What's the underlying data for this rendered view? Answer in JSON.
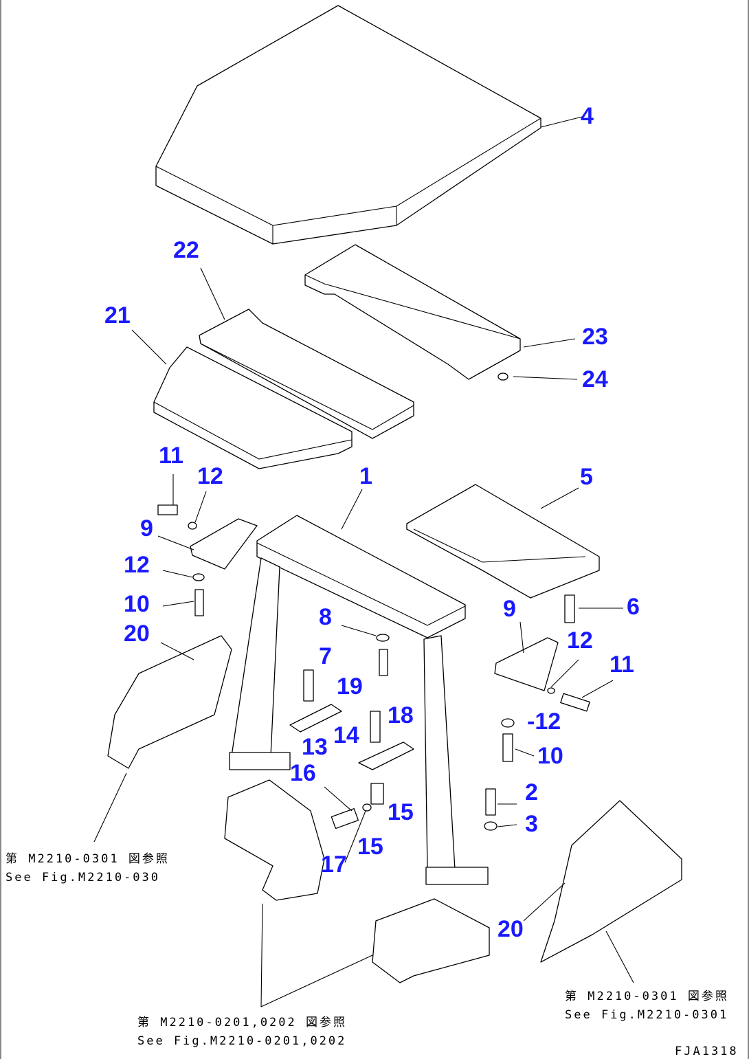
{
  "callouts": [
    "4",
    "22",
    "21",
    "23",
    "24",
    "11",
    "12",
    "1",
    "5",
    "9",
    "12",
    "10",
    "20",
    "8",
    "6",
    "9",
    "12",
    "7",
    "11",
    "19",
    "18",
    "14",
    "-12",
    "13",
    "10",
    "16",
    "2",
    "15",
    "3",
    "15",
    "17",
    "20"
  ],
  "references": {
    "left": {
      "jp": "第 M2210-0301 図参照",
      "en": "See Fig.M2210-030"
    },
    "right": {
      "jp": "第 M2210-0301 図参照",
      "en": "See Fig.M2210-0301"
    },
    "bottom": {
      "jp": "第 M2210-0201,0202 図参照",
      "en": "See Fig.M2210-0201,0202"
    }
  },
  "drawing_code": "FJA1318",
  "colors": {
    "callout": "#1a1aff",
    "line": "#000000"
  }
}
